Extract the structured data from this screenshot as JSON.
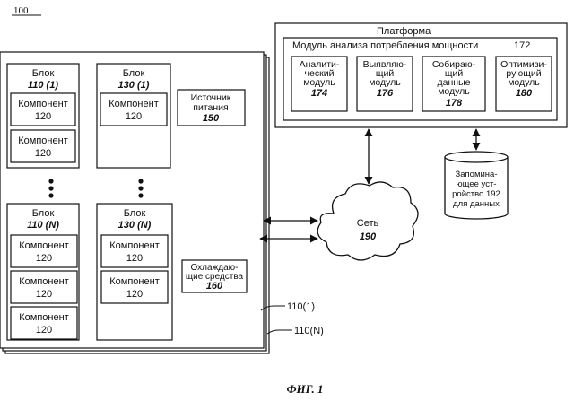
{
  "figure_number": "100",
  "caption": "ФИГ. 1",
  "stack_labels": [
    "110(1)",
    "110(N)"
  ],
  "block_110_1": {
    "title": "Блок",
    "num": "110 (1)"
  },
  "block_110_n": {
    "title": "Блок",
    "num": "110 (N)"
  },
  "block_130_1": {
    "title": "Блок",
    "num": "130 (1)"
  },
  "block_130_n": {
    "title": "Блок",
    "num": "130 (N)"
  },
  "component": {
    "label": "Компонент",
    "num": "120"
  },
  "power": {
    "line1": "Источник",
    "line2": "питания",
    "num": "150"
  },
  "cooling": {
    "line1": "Охлаждаю-",
    "line2": "щие средства",
    "num": "160"
  },
  "platform": {
    "title": "Платформа"
  },
  "module": {
    "title": "Модуль анализа потребления мощности",
    "num": "172"
  },
  "analytic": {
    "line1": "Аналити-",
    "line2": "ческий",
    "line3": "модуль",
    "num": "174"
  },
  "detect": {
    "line1": "Выявляю-",
    "line2": "щий",
    "line3": "модуль",
    "num": "176"
  },
  "collect": {
    "line1": "Собираю-",
    "line2": "щий",
    "line3": "данные",
    "line4": "модуль",
    "num": "178"
  },
  "optimize": {
    "line1": "Оптимизи-",
    "line2": "рующий",
    "line3": "модуль",
    "num": "180"
  },
  "network": {
    "label": "Сеть",
    "num": "190"
  },
  "storage": {
    "line1": "Запомина-",
    "line2": "ющее уст-",
    "line3": "ройство 192",
    "line4": "для данных"
  }
}
